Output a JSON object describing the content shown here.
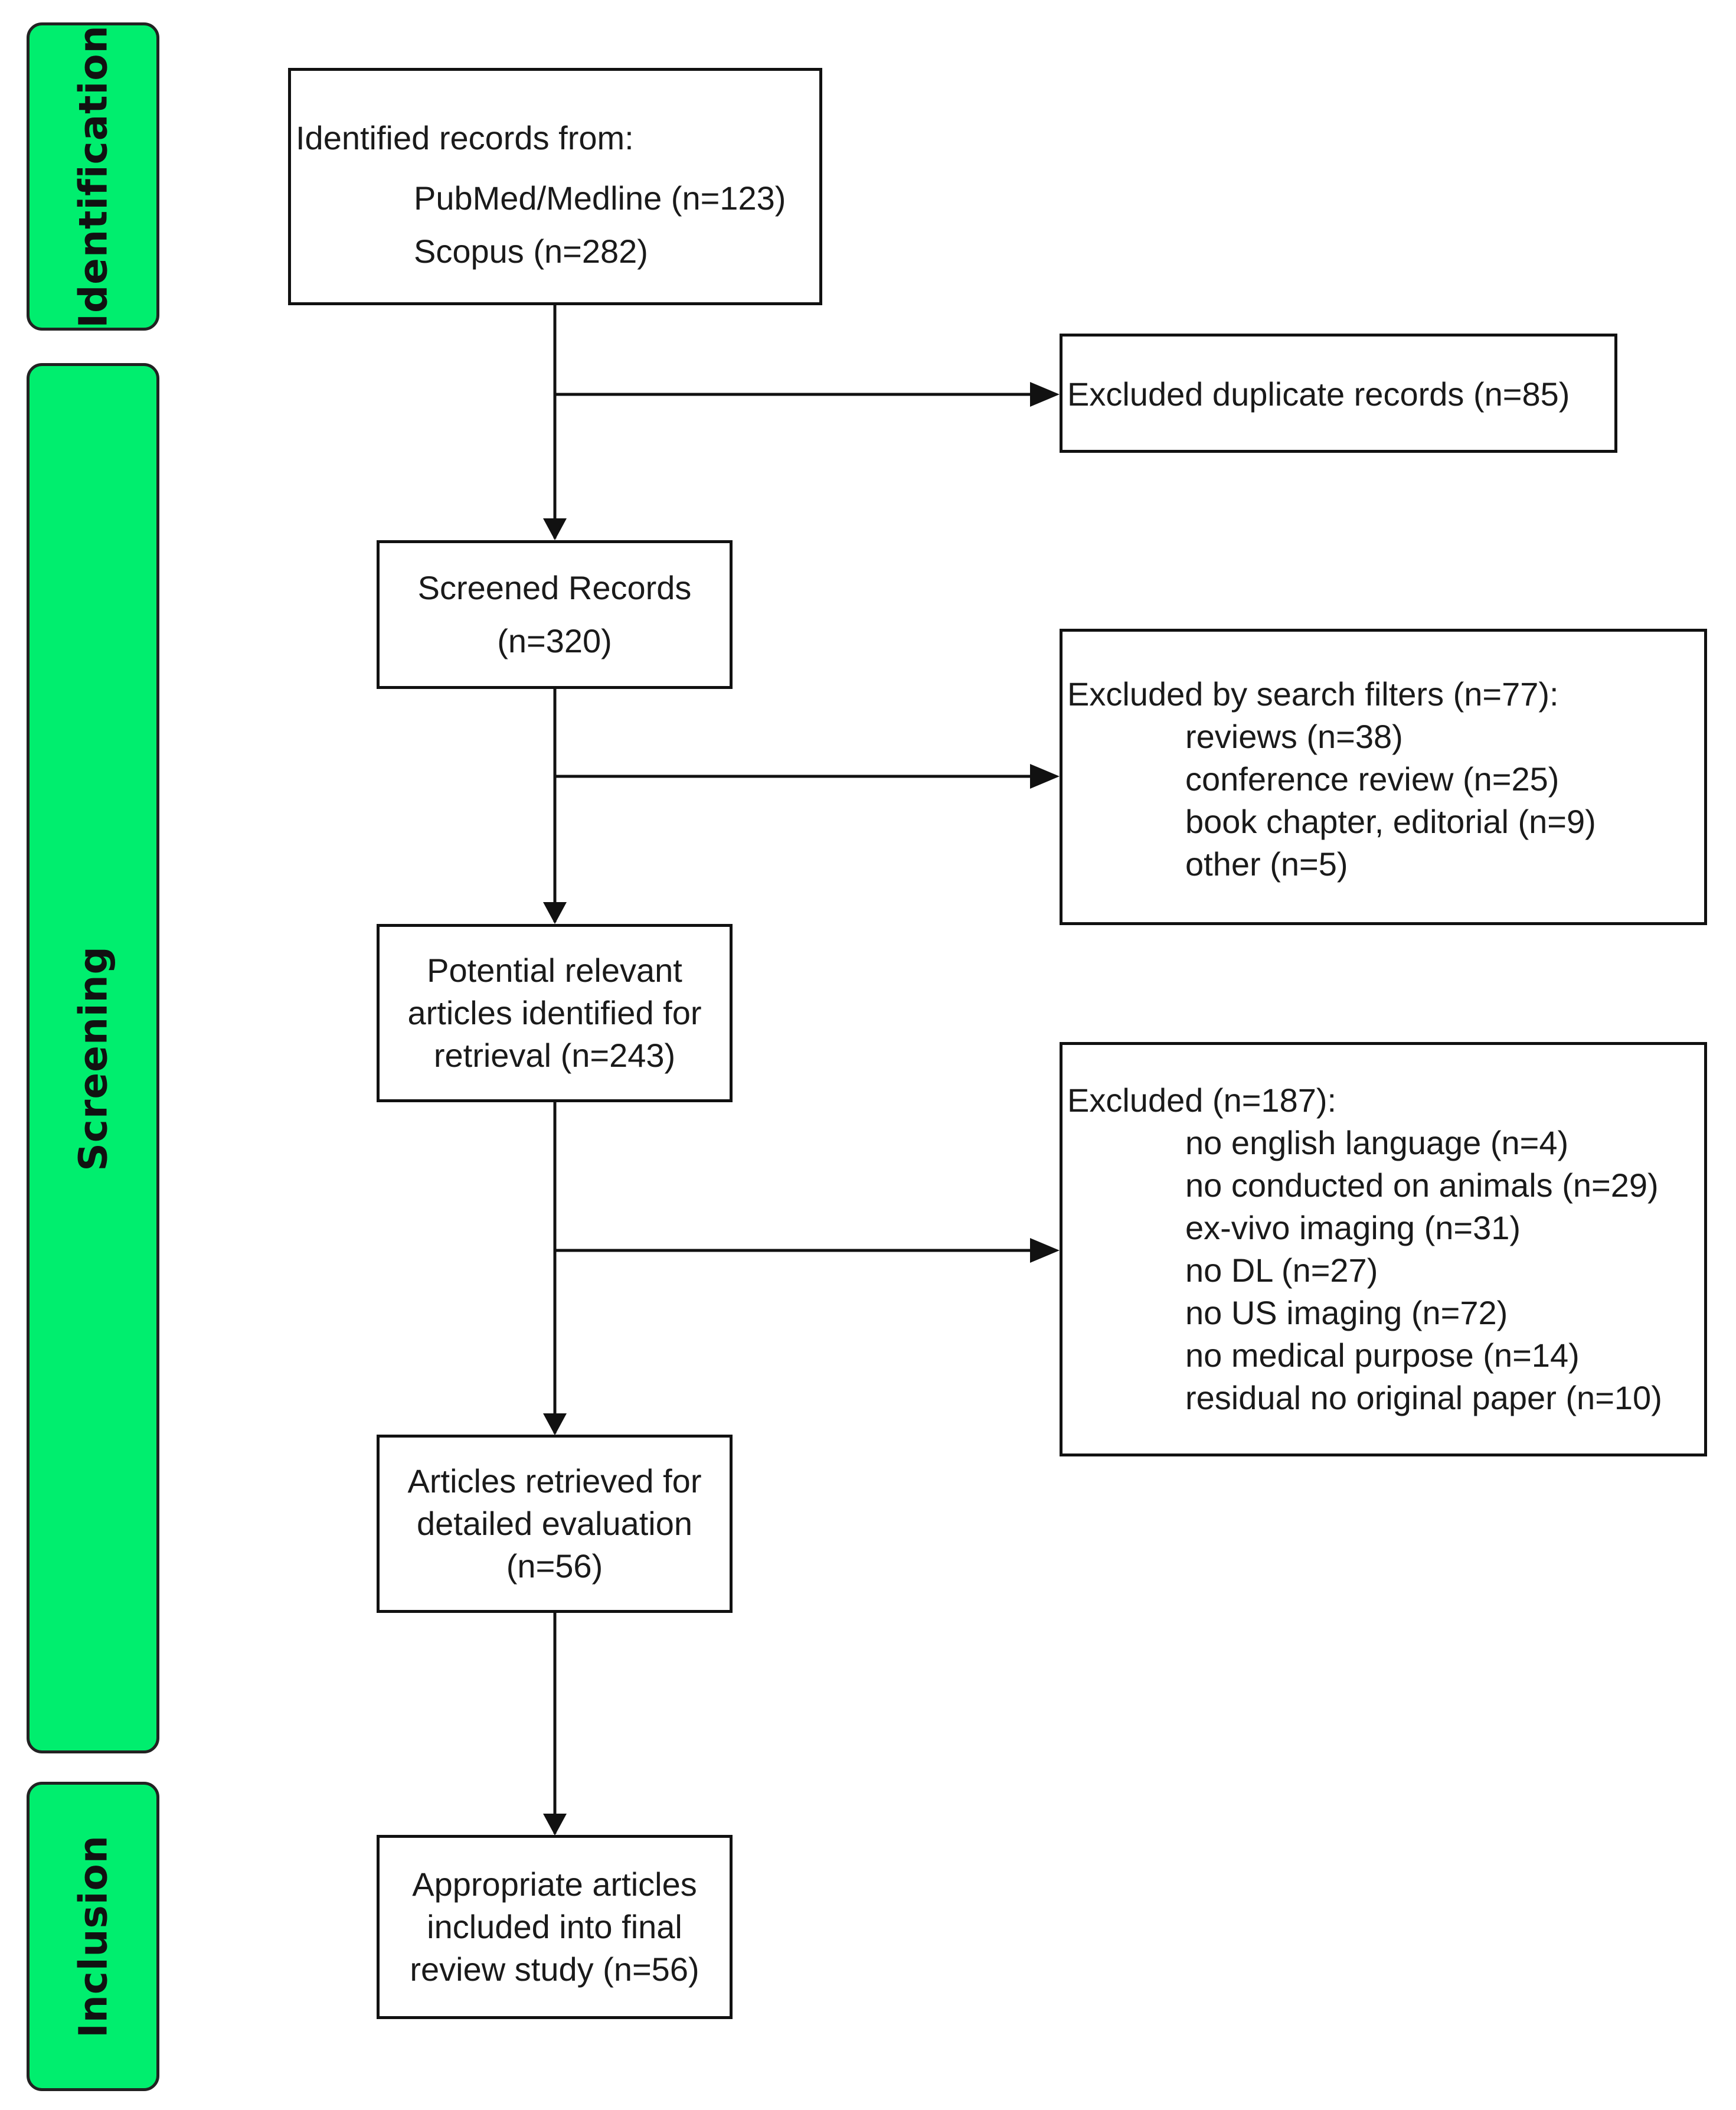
{
  "phases": {
    "identification": "Identification",
    "screening": "Screening",
    "inclusion": "Inclusion"
  },
  "identified": {
    "header": "Identified records from:",
    "sources": [
      "PubMed/Medline (n=123)",
      "Scopus (n=282)"
    ]
  },
  "duplicates": {
    "text": "Excluded duplicate records (n=85)"
  },
  "screened": {
    "lines": [
      "Screened Records",
      "(n=320)"
    ]
  },
  "search_filters": {
    "header": "Excluded by search filters (n=77):",
    "items": [
      "reviews (n=38)",
      "conference review (n=25)",
      "book chapter, editorial (n=9)",
      "other (n=5)"
    ]
  },
  "potential": {
    "lines": [
      "Potential relevant",
      "articles identified for",
      "retrieval (n=243)"
    ]
  },
  "excluded": {
    "header": "Excluded (n=187):",
    "items": [
      "no english language (n=4)",
      "no conducted on animals (n=29)",
      "ex-vivo imaging (n=31)",
      "no DL (n=27)",
      "no US imaging (n=72)",
      "no medical purpose (n=14)",
      "residual no original paper (n=10)"
    ]
  },
  "retrieved": {
    "lines": [
      "Articles retrieved for",
      "detailed evaluation",
      "(n=56)"
    ]
  },
  "included": {
    "lines": [
      "Appropriate articles",
      "included into final",
      "review study (n=56)"
    ]
  },
  "colors": {
    "phase_fill": "#00ee6e",
    "stroke": "#111111"
  }
}
